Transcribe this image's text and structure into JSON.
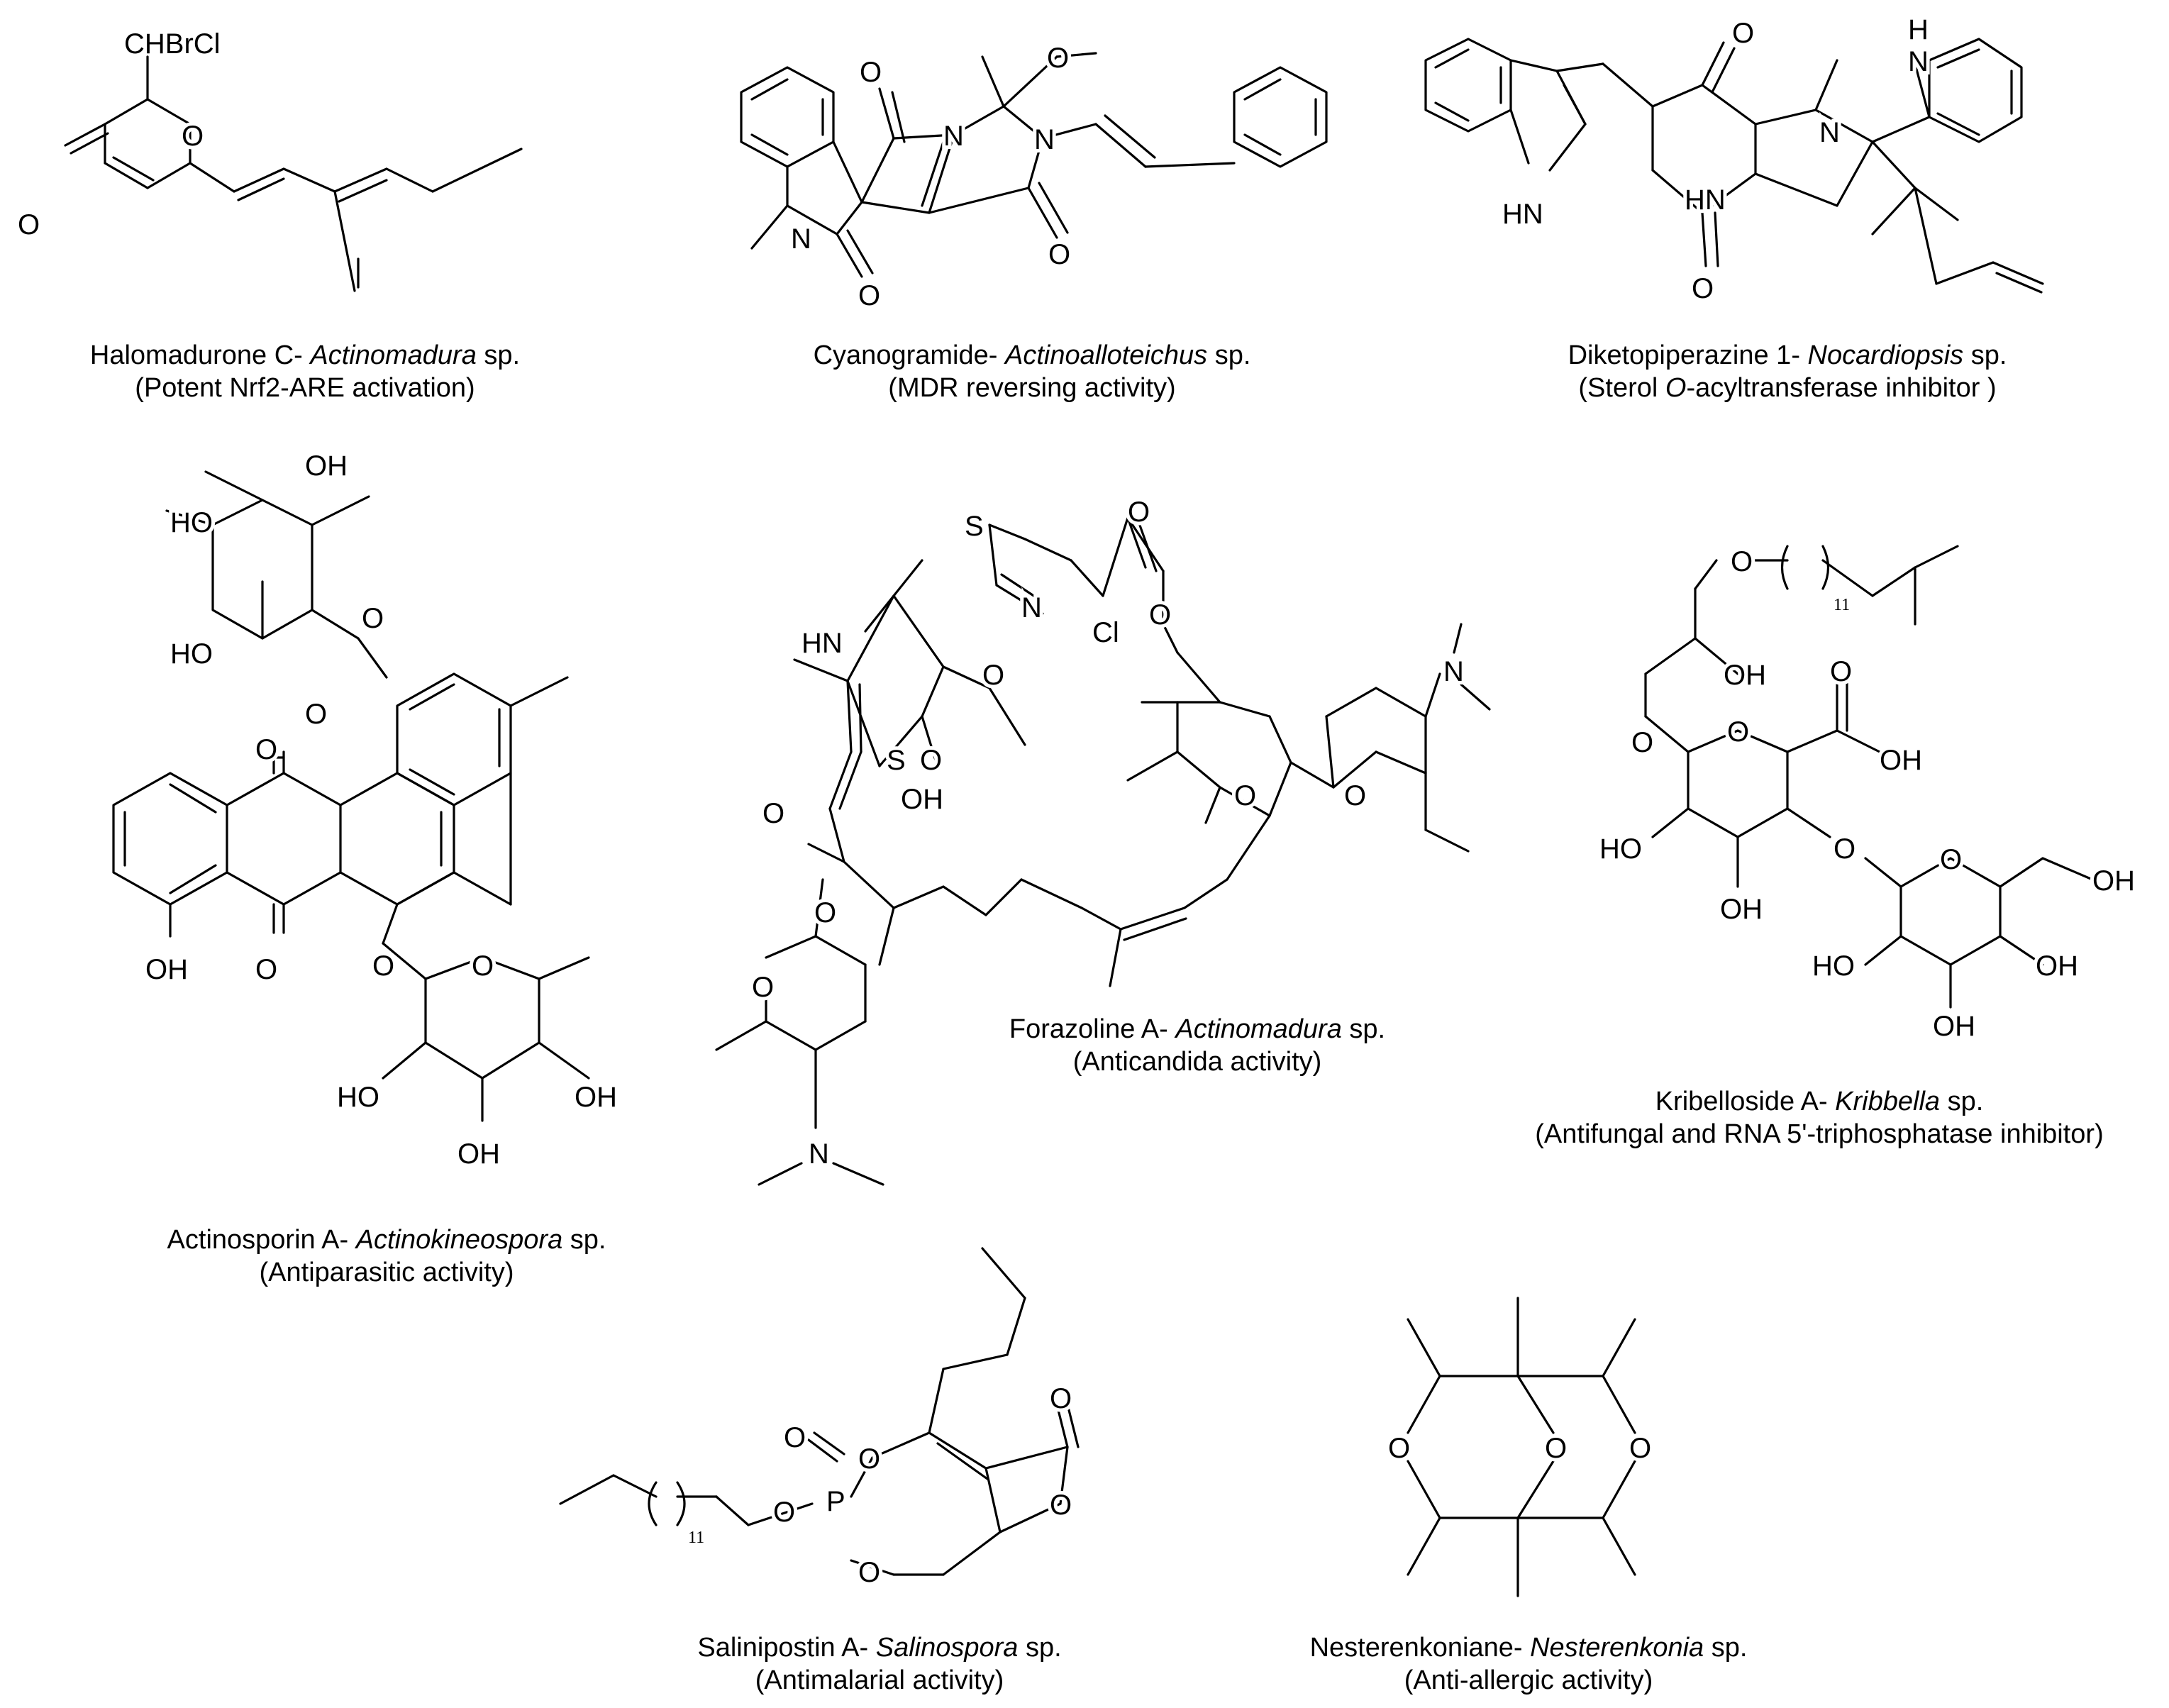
{
  "compounds": [
    {
      "name": "Halomadurone C",
      "genus": "Actinomadura",
      "activity": "(Potent Nrf2-ARE activation)"
    },
    {
      "name": "Cyanogramide",
      "genus": "Actinoalloteichus",
      "activity": "(MDR reversing activity)"
    },
    {
      "name": "Diketopiperazine 1",
      "genus": "Nocardiopsis",
      "activity_pre": "(Sterol ",
      "activity_it": "O",
      "activity_post": "-acyltransferase inhibitor )"
    },
    {
      "name": "Actinosporin A",
      "genus": "Actinokineospora",
      "activity": "(Antiparasitic activity)"
    },
    {
      "name": "Forazoline A",
      "genus": "Actinomadura",
      "activity": "(Anticandida activity)"
    },
    {
      "name": "Kribelloside A",
      "genus": "Kribbella",
      "activity": "(Antifungal and RNA 5'-triphosphatase inhibitor)"
    },
    {
      "name": "Salinipostin A",
      "genus": "Salinospora",
      "activity": "(Antimalarial activity)"
    },
    {
      "name": "Nesterenkoniane",
      "genus": "Nesterenkonia",
      "activity": "(Anti-allergic activity)"
    }
  ],
  "caption_sep": "- ",
  "caption_sp": " sp.",
  "atoms": {
    "chbrcl": "CHBrCl",
    "o": "O",
    "n": "N",
    "s": "S",
    "hn": "HN",
    "nh": "H",
    "oh": "OH",
    "ho": "HO",
    "cl": "Cl",
    "p": "P",
    "sub11": "11",
    "so": "S",
    "so_o": "O"
  }
}
